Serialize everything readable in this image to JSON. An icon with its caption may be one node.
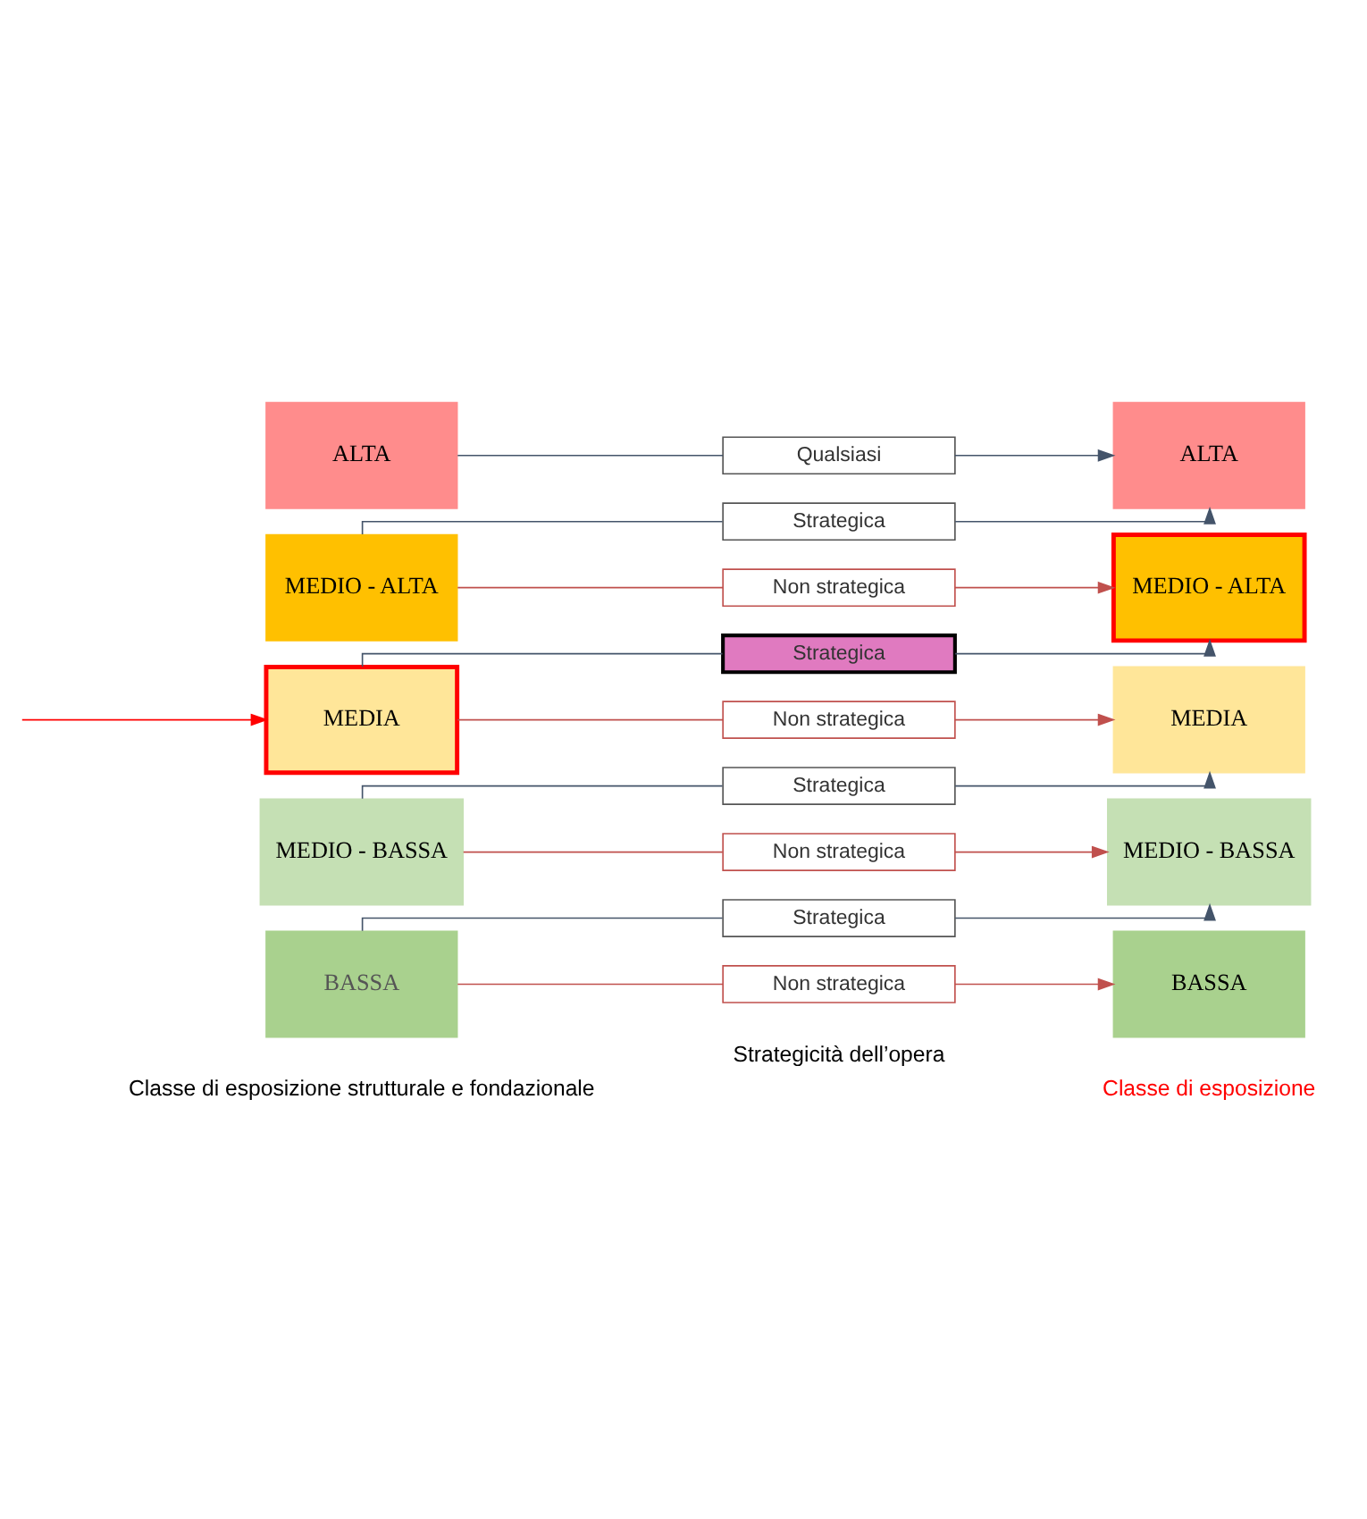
{
  "diagram": {
    "nodes": [
      {
        "text": [
          "ALTA"
        ]
      },
      {
        "text": [
          "Qualsiasi"
        ]
      },
      {
        "text": [
          "ALTA"
        ]
      },
      {
        "text": [
          "MEDIO - ALTA"
        ]
      },
      {
        "text": [
          "Strategica"
        ]
      },
      {
        "text": [
          "Non strategica"
        ]
      },
      {
        "text": [
          "MEDIO - ALTA"
        ]
      },
      {
        "text": [
          "MEDIA"
        ]
      },
      {
        "text": [
          "Strategica"
        ]
      },
      {
        "text": [
          "Non strategica"
        ]
      },
      {
        "text": [
          "MEDIA"
        ]
      },
      {
        "text": [
          "MEDIO - BASSA"
        ]
      },
      {
        "text": [
          "Strategica"
        ]
      },
      {
        "text": [
          "Non strategica"
        ]
      },
      {
        "text": [
          "MEDIO - BASSA"
        ]
      },
      {
        "text": [
          "BASSA"
        ]
      },
      {
        "text": [
          "Strategica"
        ]
      },
      {
        "text": [
          "Non strategica"
        ]
      },
      {
        "text": [
          "BASSA"
        ]
      }
    ],
    "edges": [
      {
        "from": 0,
        "to": 1,
        "arrow": "none"
      },
      {
        "from": 1,
        "to": 2,
        "arrow": "to"
      },
      {
        "from": 3,
        "to": 4,
        "arrow": "none"
      },
      {
        "from": 4,
        "to": 2,
        "arrow": "to"
      },
      {
        "from": 3,
        "to": 5,
        "arrow": "none",
        "color": "#c0504d"
      },
      {
        "from": 5,
        "to": 6,
        "arrow": "to",
        "color": "#c0504d"
      },
      {
        "from": 7,
        "to": 8,
        "arrow": "none"
      },
      {
        "from": 8,
        "to": 6,
        "arrow": "to"
      },
      {
        "from": 7,
        "to": 9,
        "arrow": "none",
        "color": "#c0504d"
      },
      {
        "from": 9,
        "to": 10,
        "arrow": "to",
        "color": "#c0504d"
      },
      {
        "from": 11,
        "to": 12,
        "arrow": "none"
      },
      {
        "from": 12,
        "to": 10,
        "arrow": "to"
      },
      {
        "from": 11,
        "to": 13,
        "arrow": "none",
        "color": "#c0504d"
      },
      {
        "from": 13,
        "to": 14,
        "arrow": "to",
        "color": "#c0504d"
      },
      {
        "from": 15,
        "to": 16,
        "arrow": "none"
      },
      {
        "from": 16,
        "to": 14,
        "arrow": "to"
      },
      {
        "from": 15,
        "to": 17,
        "arrow": "none",
        "color": "#c0504d"
      },
      {
        "from": 17,
        "to": 18,
        "arrow": "to",
        "color": "#c0504d"
      },
      {
        "from": null,
        "to": 7,
        "arrow": "to",
        "color": "#ff0000"
      }
    ],
    "labels": [
      "Classe di esposizione strutturale e fondazionale",
      "Strategicità dell’opera",
      "Classe di esposizione"
    ]
  }
}
